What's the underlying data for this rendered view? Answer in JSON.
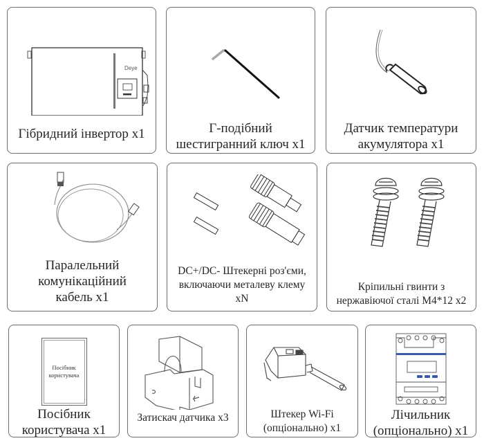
{
  "packing_list": {
    "items": [
      {
        "id": "hybrid-inverter",
        "icon": "inverter-icon",
        "brand_label": "Deye",
        "caption_lines": [
          "Гібридний інвертор x1"
        ]
      },
      {
        "id": "hex-key",
        "icon": "hex-key-icon",
        "caption_lines": [
          "Г-подібний",
          "шестигранний ключ x1"
        ]
      },
      {
        "id": "battery-temp-sensor",
        "icon": "temperature-sensor-icon",
        "caption_lines": [
          "Датчик температури",
          "акумулятора x1"
        ]
      },
      {
        "id": "parallel-cable",
        "icon": "cable-icon",
        "caption_lines": [
          "Паралельний",
          "комунікаційний",
          "кабель x1"
        ]
      },
      {
        "id": "dc-connectors",
        "icon": "dc-connector-icon",
        "caption_lines": [
          "DC+/DC- Штекерні роз'єми,",
          "включаючи металеву клему",
          "xN"
        ]
      },
      {
        "id": "mounting-screws",
        "icon": "screw-icon",
        "caption_lines": [
          "Кріпильні гвинти з",
          "нержавіючої сталі M4*12 x2"
        ]
      },
      {
        "id": "user-manual",
        "icon": "manual-icon",
        "cover_text": [
          "Посібник",
          "користувача"
        ],
        "caption_lines": [
          "Посібник",
          "користувача x1"
        ]
      },
      {
        "id": "sensor-clamp",
        "icon": "ct-clamp-icon",
        "caption_lines": [
          "Затискач датчика x3"
        ]
      },
      {
        "id": "wifi-plug",
        "icon": "wifi-dongle-icon",
        "caption_lines": [
          "Штекер Wi-Fi",
          "(опціонально) x1"
        ]
      },
      {
        "id": "meter",
        "icon": "energy-meter-icon",
        "caption_lines": [
          "Лічильник",
          "(опціонально) x1"
        ]
      }
    ]
  },
  "colors": {
    "border": "#6d6d6d",
    "line_art": "#333333",
    "meter_accent": "#3a5ba8"
  }
}
